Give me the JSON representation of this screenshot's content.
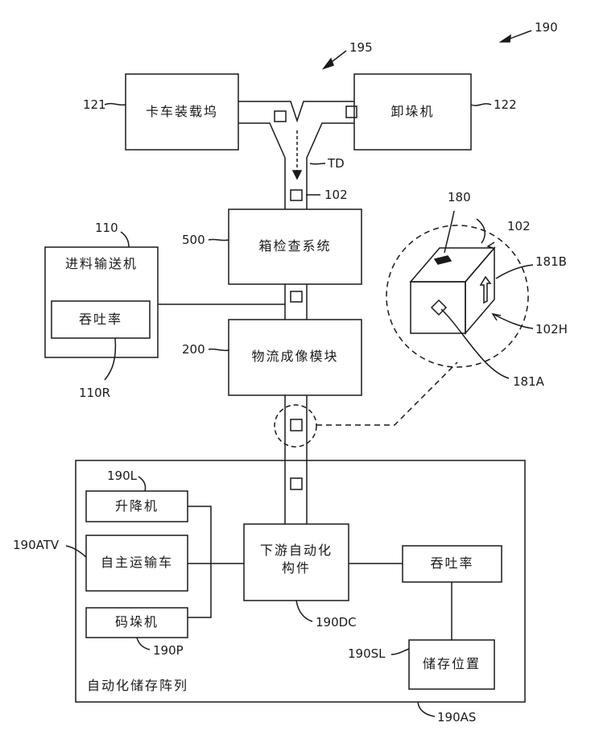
{
  "figure_ref": "190",
  "section_ref": "195",
  "boxes": {
    "truck_dock": "卡车装载坞",
    "depalletizer": "卸垛机",
    "case_inspection": "箱检查系统",
    "infeed_conveyor": "进料输送机",
    "infeed_throughput": "吞吐率",
    "logistics_imaging": "物流成像模块",
    "lift": "升降机",
    "autonomous_vehicle": "自主运输车",
    "palletizer": "码垛机",
    "downstream_line1": "下游自动化",
    "downstream_line2": "构件",
    "storage_throughput": "吞吐率",
    "storage_location": "储存位置",
    "storage_array": "自动化储存阵列"
  },
  "refs": {
    "r121": "121",
    "r122": "122",
    "td": "TD",
    "r102a": "102",
    "r500": "500",
    "r110": "110",
    "r110r": "110R",
    "r200": "200",
    "r180": "180",
    "r102b": "102",
    "r181b": "181B",
    "r102h": "102H",
    "r181a": "181A",
    "r190l": "190L",
    "r190atv": "190ATV",
    "r190p": "190P",
    "r190dc": "190DC",
    "r190sl": "190SL",
    "r190as": "190AS"
  }
}
